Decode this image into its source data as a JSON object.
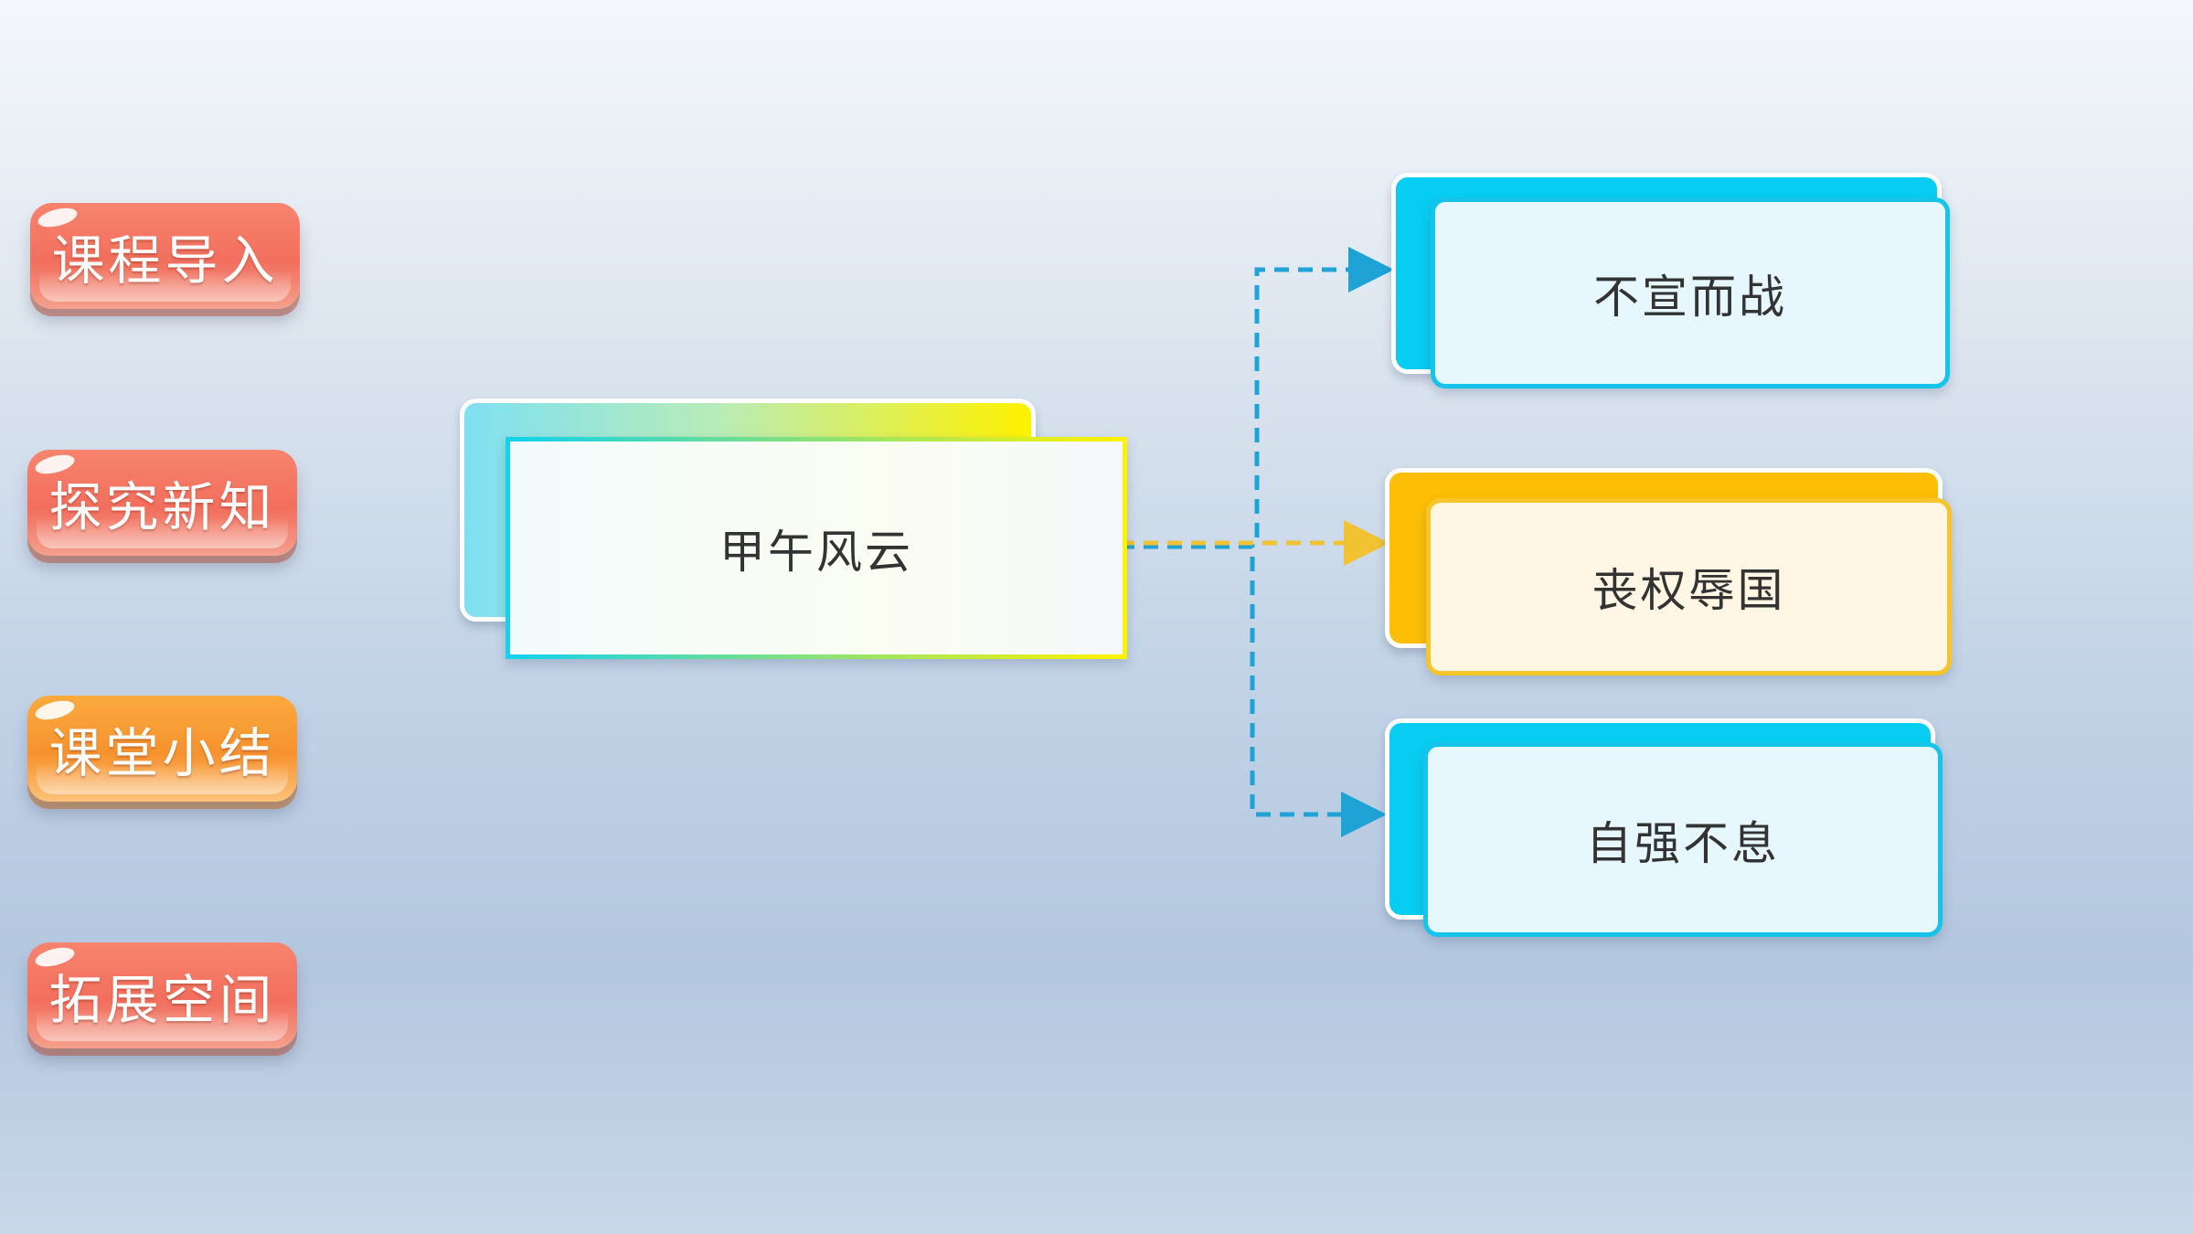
{
  "nav": {
    "intro": "课程导入",
    "explore": "探究新知",
    "summary": "课堂小结",
    "extend": "拓展空间"
  },
  "center": {
    "title": "甲午风云"
  },
  "branches": {
    "first": "不宣而战",
    "second": "丧权辱国",
    "third": "自强不息"
  },
  "colors": {
    "nav_red": "#f26e5d",
    "nav_orange": "#f6922e",
    "cyan": "#08cdf2",
    "yellow": "#fdbe05",
    "connector_blue": "#1fa3d6",
    "connector_yellow": "#f1c232"
  }
}
